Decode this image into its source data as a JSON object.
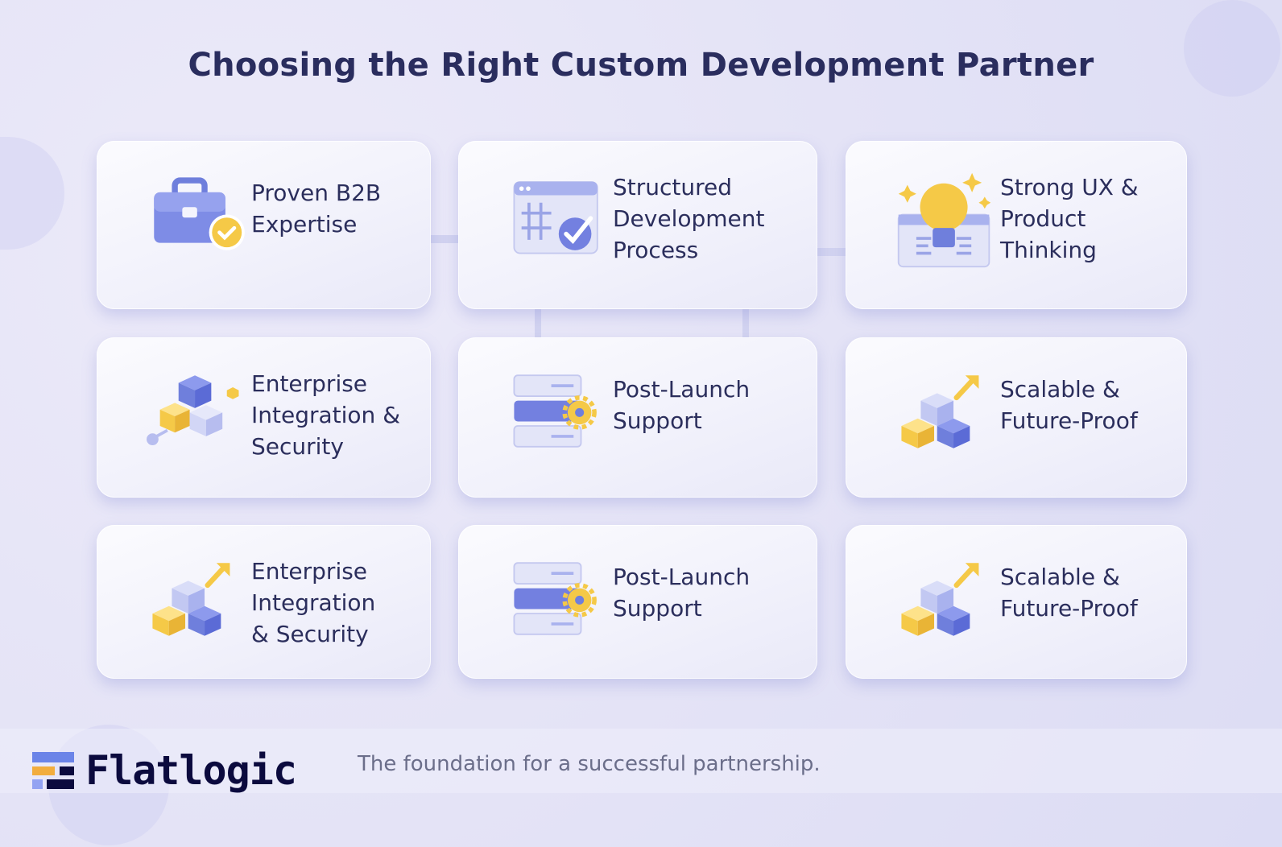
{
  "title": "Choosing the Right Custom Development Partner",
  "cards": [
    {
      "icon": "briefcase-check",
      "lines": [
        "Proven B2B",
        "Expertise"
      ]
    },
    {
      "icon": "browser-check",
      "lines": [
        "Structured",
        "Development",
        "Process"
      ]
    },
    {
      "icon": "lightbulb",
      "lines": [
        "Strong UX &",
        "Product",
        "Thinking"
      ]
    },
    {
      "icon": "cubes",
      "lines": [
        "Enterprise",
        "Integration &",
        "Security"
      ]
    },
    {
      "icon": "server-gear",
      "lines": [
        "Post-Launch",
        "Support"
      ]
    },
    {
      "icon": "cubes-growth",
      "lines": [
        "Scalable &",
        "Future-Proof"
      ]
    },
    {
      "icon": "cubes-growth",
      "lines": [
        "Enterprise",
        "Integration",
        "& Security"
      ]
    },
    {
      "icon": "server-gear",
      "lines": [
        "Post-Launch",
        "Support"
      ]
    },
    {
      "icon": "cubes-growth",
      "lines": [
        "Scalable &",
        "Future-Proof"
      ]
    }
  ],
  "footer": {
    "brand": "Flatlogic",
    "tagline": "The foundation for a successful partnership."
  },
  "colors": {
    "accent": "#7f8be6",
    "yellow": "#f5c947",
    "navy": "#2b2e5c"
  }
}
